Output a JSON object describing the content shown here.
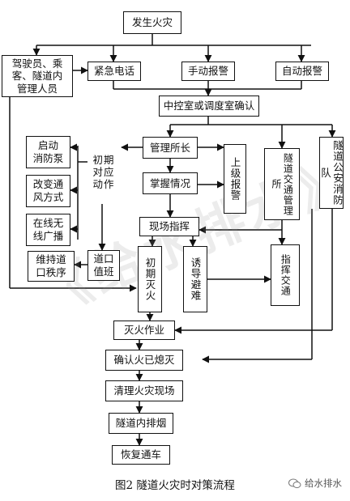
{
  "diagram": {
    "title_box": "发生火灾",
    "people_box": [
      "驾驶员、乘",
      "客、隧道内",
      "管理人员"
    ],
    "emergency_call": "紧急电话",
    "manual_alarm": "手动报警",
    "auto_alarm": "自动报警",
    "control_confirm": "中控室或调度室确认",
    "manager": "管理所长",
    "grasp": "掌握情况",
    "onsite_command": "现场指挥",
    "early_response": "初期对应动作",
    "start_pump": [
      "启动",
      "消防泵"
    ],
    "change_vent": [
      "改变通",
      "风方式"
    ],
    "broadcast": [
      "在线无",
      "线广播"
    ],
    "maintain_order": [
      "维持道",
      "口秩序"
    ],
    "duty_on_road": [
      "道口",
      "值班"
    ],
    "early_fire": "初期灭火",
    "guide_evac": "诱导避难",
    "report_up": "上级报警",
    "traffic_mgmt": "隧道交通管理所",
    "police_fire": "隧道公安消防队",
    "direct_traffic": "指挥交通",
    "fire_work": "灭火作业",
    "confirm_out": "确认火已熄灭",
    "clean_site": "清理火灾现场",
    "smoke_exhaust": "隧道内排烟",
    "restore": "恢复通车"
  },
  "watermark": "《给水排水》",
  "caption": "图2   隧道火灾时对策流程",
  "brand": "给水排水",
  "icons": {
    "brand_icon": "wechat-bubble-icon"
  },
  "colors": {
    "line": "#111111",
    "watermark": "#969696"
  }
}
